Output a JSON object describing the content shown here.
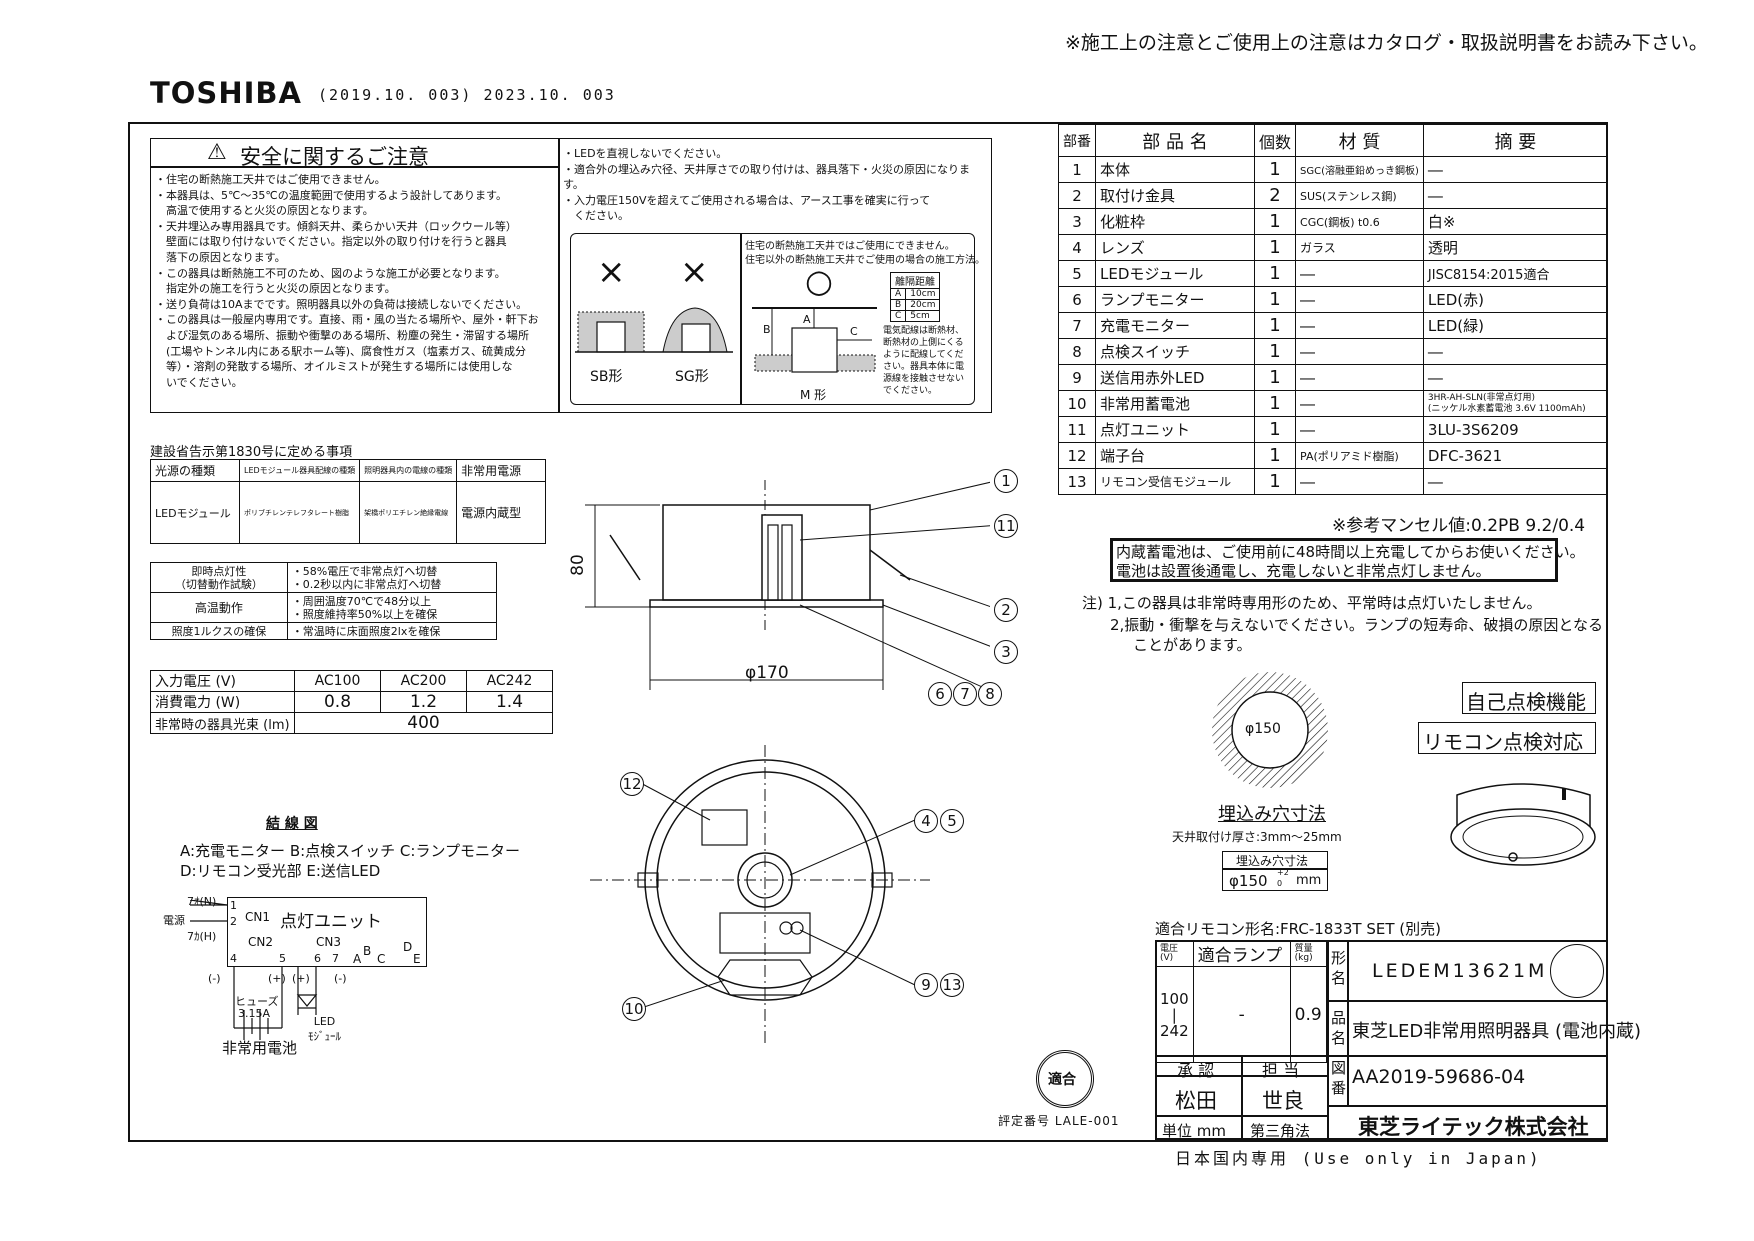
{
  "header": {
    "notice": "※施工上の注意とご使用上の注意はカタログ・取扱説明書をお読み下さい。",
    "brand": "TOSHIBA",
    "revision": "(2019.10. 003) 2023.10. 003"
  },
  "safety": {
    "title": "安全に関するご注意",
    "left_lines": [
      "・住宅の断熱施工天井ではご使用できません。",
      "・本器具は、5℃～35℃の温度範囲で使用するよう設計してあります。",
      "　高温で使用すると火災の原因となります。",
      "・天井埋込み専用器具です。傾斜天井、柔らかい天井（ロックウール等）",
      "　壁面には取り付けないでください。指定以外の取り付けを行うと器具",
      "　落下の原因となります。",
      "・この器具は断熱施工不可のため、図のような施工が必要となります。",
      "　指定外の施工を行うと火災の原因となります。",
      "・送り負荷は10Aまでです。照明器具以外の負荷は接続しないでください。",
      "・この器具は一般屋内専用です。直接、雨・風の当たる場所や、屋外・軒下お",
      "　よび湿気のある場所、振動や衝撃のある場所、粉塵の発生・滞留する場所",
      "　(工場やトンネル内にある駅ホーム等)、腐食性ガス（塩素ガス、硫黄成分",
      "　等）・溶剤の発散する場所、オイルミストが発生する場所には使用しな",
      "　いでください。"
    ],
    "right_lines": [
      "・LEDを直視しないでください。",
      "・適合外の埋込み穴径、天井厚さでの取り付けは、器具落下・火災の原因になります。",
      "・入力電圧150Vを超えてご使用される場合は、アース工事を確実に行って",
      "　ください。"
    ],
    "fig_note1": "住宅の断熱施工天井ではご使用にできません。",
    "fig_note2": "住宅以外の断熱施工天井でご使用の場合の施工方法。",
    "sb_label": "SB形",
    "sg_label": "SG形",
    "m_label": "M 形",
    "cross": "×",
    "ok": "○",
    "clearance_title": "離隔距離",
    "clearance": [
      {
        "k": "A",
        "v": "10cm"
      },
      {
        "k": "B",
        "v": "20cm"
      },
      {
        "k": "C",
        "v": "5cm"
      }
    ],
    "fig_side_note": "電気配線は断熱材、断熱材の上側にくるように配線してください。器具本体に電源線を接触させないでください。",
    "fig_letters": {
      "a": "A",
      "b": "B",
      "c": "C"
    }
  },
  "notice_code": "建設省告示第1830号に定める事項",
  "spec_table": {
    "headers": [
      "光源の種類",
      "LEDモジュール器具配線の種類",
      "照明器具内の電線の種類",
      "非常用電源"
    ],
    "row": [
      "LEDモジュール",
      "ポリブチレンテレフタレート樹脂",
      "架橋ポリエチレン絶縁電線",
      "電源内蔵型"
    ]
  },
  "perf_table": [
    {
      "label": "即時点灯性\n（切替動作試験）",
      "lines": [
        "・58%電圧で非常点灯へ切替",
        "・0.2秒以内に非常点灯へ切替"
      ]
    },
    {
      "label": "高温動作",
      "lines": [
        "・周囲温度70℃で48分以上",
        "・照度維持率50%以上を確保"
      ]
    },
    {
      "label": "照度1ルクスの確保",
      "lines": [
        "・常温時に床面照度2lxを確保"
      ]
    }
  ],
  "power_table": {
    "headers": [
      "入力電圧 (V)",
      "AC100",
      "AC200",
      "AC242"
    ],
    "consumption_label": "消費電力 (W)",
    "consumption": [
      "0.8",
      "1.2",
      "1.4"
    ],
    "flux_label": "非常時の器具光束 (lm)",
    "flux": "400"
  },
  "wiring": {
    "title": "結 線 図",
    "legend1": "A:充電モニター B:点検スイッチ C:ランプモニター",
    "legend2": "D:リモコン受光部 E:送信LED",
    "unit_label": "点灯ユニット",
    "power_label": "電源",
    "w_label": "7ｵ(N)",
    "b_label": "7ｶ(H)",
    "cn1": "CN1",
    "cn2": "CN2",
    "cn3": "CN3",
    "pins": [
      "1",
      "2",
      "4",
      "5",
      "6",
      "7"
    ],
    "abcde": [
      "A",
      "B",
      "C",
      "D",
      "E"
    ],
    "minus1": "(-)",
    "plus1": "(+)",
    "plus2": "(+)",
    "minus2": "(-)",
    "fuse": "ヒューズ",
    "fuse_val": "3.15A",
    "led_mod": "LED\nﾓｼﾞｭｰﾙ",
    "battery": "非常用電池"
  },
  "side_drawing": {
    "height": "80",
    "diameter": "φ170",
    "callouts": [
      "1",
      "11",
      "2",
      "3",
      "6",
      "7",
      "8"
    ]
  },
  "top_drawing": {
    "callouts": [
      "12",
      "4",
      "5",
      "9",
      "13",
      "10"
    ]
  },
  "parts": {
    "headers": [
      "部番",
      "部 品 名",
      "個数",
      "材 質",
      "摘 要"
    ],
    "rows": [
      [
        "1",
        "本体",
        "1",
        "SGC(溶融亜鉛めっき鋼板)",
        "―"
      ],
      [
        "2",
        "取付け金具",
        "2",
        "SUS(ステンレス鋼)",
        "―"
      ],
      [
        "3",
        "化粧枠",
        "1",
        "CGC(鋼板) t0.6",
        "白※"
      ],
      [
        "4",
        "レンズ",
        "1",
        "ガラス",
        "透明"
      ],
      [
        "5",
        "LEDモジュール",
        "1",
        "―",
        "JISC8154:2015適合"
      ],
      [
        "6",
        "ランプモニター",
        "1",
        "―",
        "LED(赤)"
      ],
      [
        "7",
        "充電モニター",
        "1",
        "―",
        "LED(緑)"
      ],
      [
        "8",
        "点検スイッチ",
        "1",
        "―",
        "―"
      ],
      [
        "9",
        "送信用赤外LED",
        "1",
        "―",
        "―"
      ],
      [
        "10",
        "非常用蓄電池",
        "1",
        "―",
        "3HR-AH-SLN(非常点灯用)\n(ニッケル水素蓄電池 3.6V 1100mAh)"
      ],
      [
        "11",
        "点灯ユニット",
        "1",
        "―",
        "3LU-3S6209"
      ],
      [
        "12",
        "端子台",
        "1",
        "PA(ポリアミド樹脂)",
        "DFC-3621"
      ],
      [
        "13",
        "リモコン受信モジュール",
        "1",
        "―",
        "―"
      ]
    ]
  },
  "munsell": "※参考マンセル値:0.2PB 9.2/0.4",
  "battery_notice": [
    "内蔵蓄電池は、ご使用前に48時間以上充電してからお使いください。",
    "電池は設置後通電し、充電しないと非常点灯しません。"
  ],
  "notes": [
    "注) 1,この器具は非常時専用形のため、平常時は点灯いたしません。",
    "2,振動・衝撃を与えないでください。ランプの短寿命、破損の原因となる",
    "ことがあります。"
  ],
  "badges": [
    "自己点検機能",
    "リモコン点検対応"
  ],
  "cutout": {
    "diameter": "φ150",
    "title": "埋込み穴寸法",
    "thickness": "天井取付け厚さ:3mm～25mm",
    "box_title": "埋込み穴寸法",
    "box_value": "φ150",
    "tol_plus": "+2",
    "tol_minus": "0",
    "unit": "mm"
  },
  "remote": "適合リモコン形名:FRC-1833T SET (別売)",
  "title_block": {
    "voltage_label": "電圧\n(V)",
    "lamp_label": "適合ランプ",
    "weight_label": "質量\n(kg)",
    "voltage": "100\n|\n242",
    "lamp": "-",
    "weight": "0.9",
    "model_label": "形名",
    "model": "LEDEM13621M",
    "product_label": "品名",
    "product": "東芝LED非常用照明器具 (電池内蔵)",
    "approve_label": "承 認",
    "charge_label": "担 当",
    "approver": "松田",
    "charger": "世良",
    "drawing_label": "図番",
    "drawing_no": "AA2019-59686-04",
    "unit": "単位 mm",
    "angle": "第三角法",
    "company": "東芝ライテック株式会社"
  },
  "cert": {
    "stamp": "適合",
    "number": "評定番号 LALE-001"
  },
  "footer": "日本国内専用 (Use only in Japan)"
}
